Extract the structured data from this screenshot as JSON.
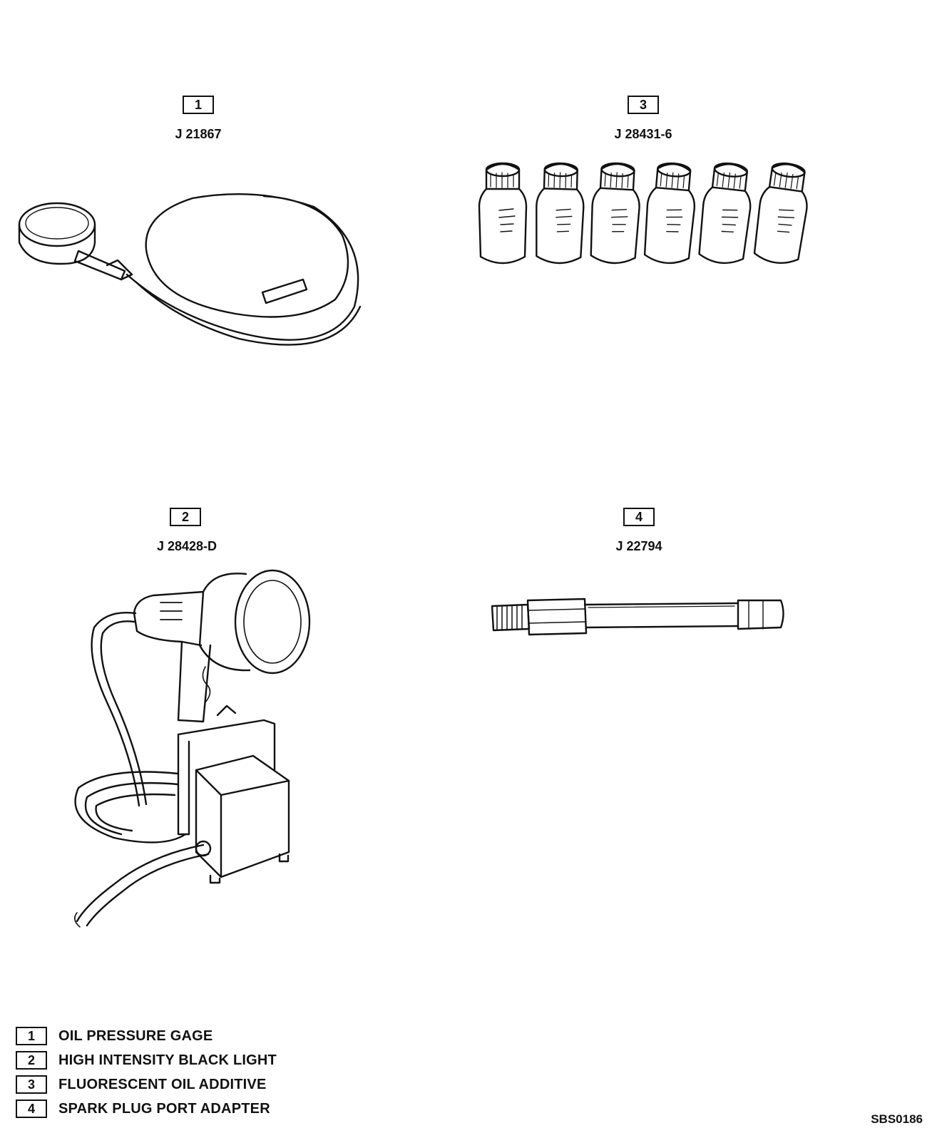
{
  "tools": [
    {
      "number": "1",
      "part_number": "J 21867"
    },
    {
      "number": "2",
      "part_number": "J 28428-D"
    },
    {
      "number": "3",
      "part_number": "J 28431-6"
    },
    {
      "number": "4",
      "part_number": "J 22794"
    }
  ],
  "legend": [
    {
      "number": "1",
      "label": "OIL PRESSURE GAGE"
    },
    {
      "number": "2",
      "label": "HIGH INTENSITY BLACK LIGHT"
    },
    {
      "number": "3",
      "label": "FLUORESCENT OIL ADDITIVE"
    },
    {
      "number": "4",
      "label": "SPARK PLUG PORT ADAPTER"
    }
  ],
  "figure_code": "SBS0186"
}
